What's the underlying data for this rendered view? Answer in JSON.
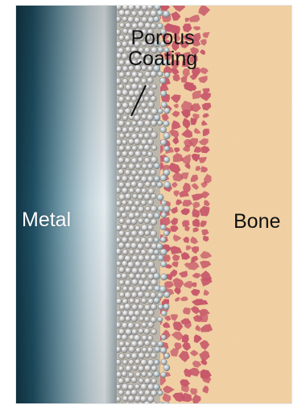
{
  "labels": {
    "metal": "Metal",
    "porous_coating_line1": "Porous",
    "porous_coating_line2": "Coating",
    "bone": "Bone"
  },
  "colors": {
    "metal_dark": "#1c4a5c",
    "metal_light": "#c9d8de",
    "coating_bead": "#c8c8c8",
    "coating_shadow": "#6f6f6f",
    "bone_base": "#f3d2a4",
    "bone_pore": "#c7576a",
    "frame_border": "#e6e6e6"
  }
}
